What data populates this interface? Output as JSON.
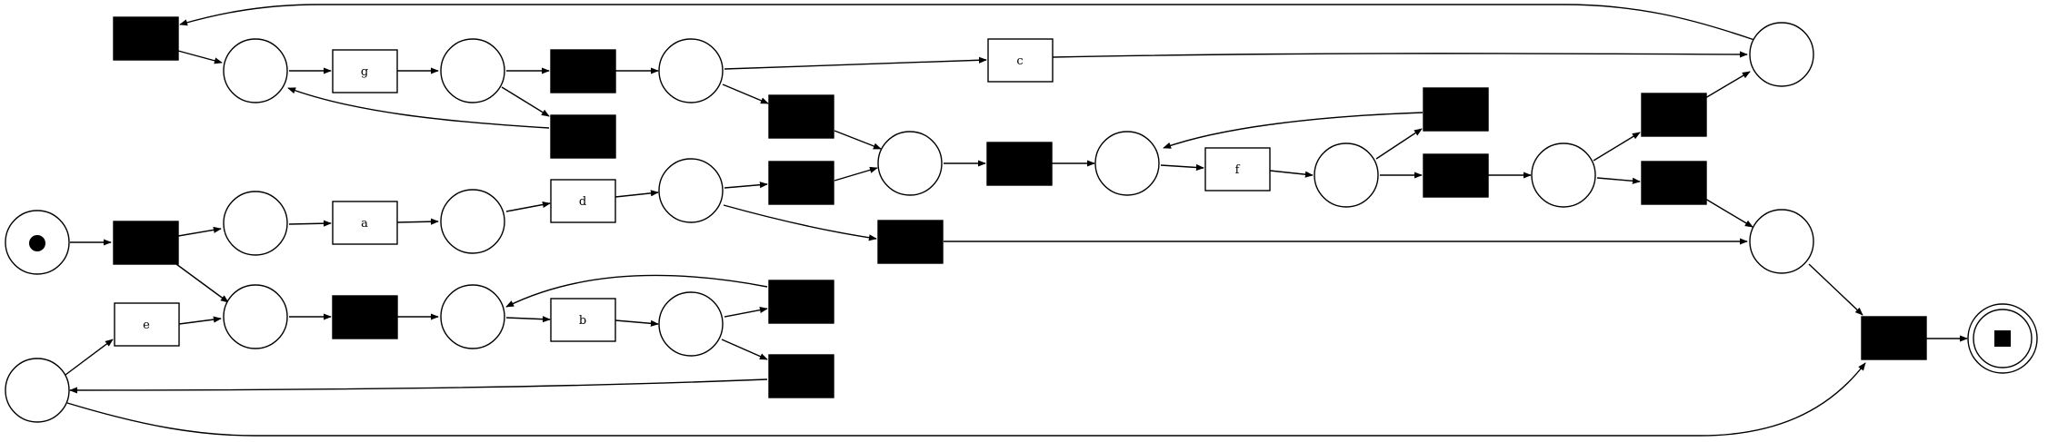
{
  "diagram": {
    "labels": {
      "a": "a",
      "b": "b",
      "c": "c",
      "d": "d",
      "e": "e",
      "f": "f",
      "g": "g"
    },
    "colors": {
      "stroke": "#000000",
      "silent_fill": "#000000",
      "background": "#ffffff"
    }
  }
}
